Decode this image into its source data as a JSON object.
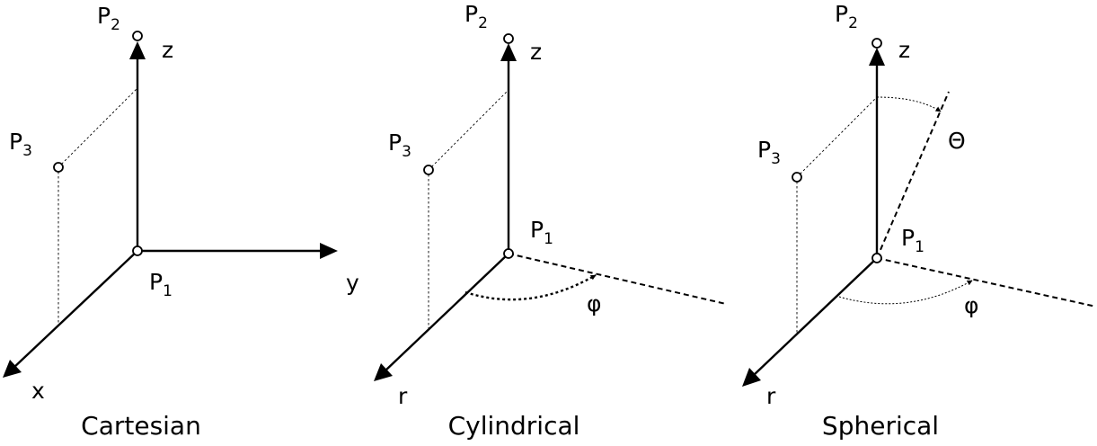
{
  "labels": {
    "p_letter": "P",
    "sub_1": "1",
    "sub_2": "2",
    "sub_3": "3",
    "x": "x",
    "y": "y",
    "z": "z",
    "r": "r",
    "phi": "φ",
    "theta": "Θ"
  },
  "panels": {
    "cartesian": {
      "title": "Cartesian"
    },
    "cylindrical": {
      "title": "Cylindrical"
    },
    "spherical": {
      "title": "Spherical"
    }
  }
}
